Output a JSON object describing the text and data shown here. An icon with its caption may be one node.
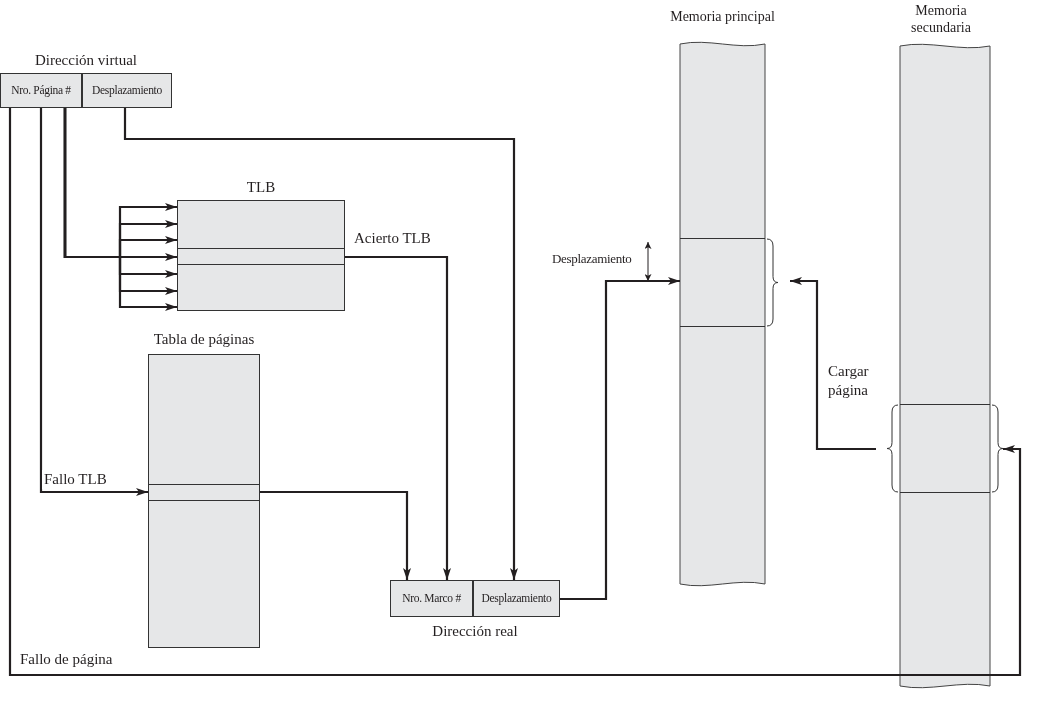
{
  "diagram": {
    "nodes": [
      {
        "text": [
          "Dirección virtual"
        ]
      },
      {
        "text": [
          "Nro. Página #"
        ],
        "in": 0
      },
      {
        "text": [
          "Desplazamiento"
        ],
        "in": 0
      },
      {
        "text": [
          "TLB"
        ]
      },
      {
        "text": [],
        "shape": "box",
        "in": 3
      },
      {
        "text": [
          "Tabla de páginas"
        ]
      },
      {
        "text": [],
        "shape": "box",
        "in": 5
      },
      {
        "text": [
          "Dirección real"
        ]
      },
      {
        "text": [
          "Nro. Marco #"
        ],
        "in": 7
      },
      {
        "text": [
          "Desplazamiento"
        ],
        "in": 7
      },
      {
        "text": [
          "Memoria principal"
        ]
      },
      {
        "text": [],
        "shape": "box",
        "in": 10
      },
      {
        "text": [
          "Memoria secundaria"
        ]
      },
      {
        "text": [],
        "shape": "box",
        "in": 12
      }
    ],
    "edges": [
      {
        "from": 2,
        "to": 9,
        "arrow": "to"
      },
      {
        "from": 1,
        "to": 3,
        "arrow": "to"
      },
      {
        "from": 1,
        "to": 3,
        "arrow": "to"
      },
      {
        "from": 1,
        "to": 3,
        "arrow": "to"
      },
      {
        "from": 1,
        "to": 4,
        "arrow": "to"
      },
      {
        "from": 1,
        "to": 3,
        "arrow": "to"
      },
      {
        "from": 1,
        "to": 3,
        "arrow": "to"
      },
      {
        "from": 1,
        "to": 3,
        "arrow": "to"
      },
      {
        "from": 4,
        "to": 8,
        "arrow": "to",
        "label": "Acierto TLB"
      },
      {
        "from": 1,
        "to": 6,
        "arrow": "to",
        "label": "Fallo TLB"
      },
      {
        "from": 6,
        "to": 8,
        "arrow": "to"
      },
      {
        "from": 9,
        "to": 11,
        "arrow": "to"
      },
      {
        "from": 13,
        "to": 11,
        "arrow": "to",
        "label": "Cargar página"
      },
      {
        "from": 1,
        "to": 13,
        "arrow": "to",
        "label": "Fallo de página"
      }
    ],
    "labels": [
      "Desplazamiento"
    ]
  }
}
